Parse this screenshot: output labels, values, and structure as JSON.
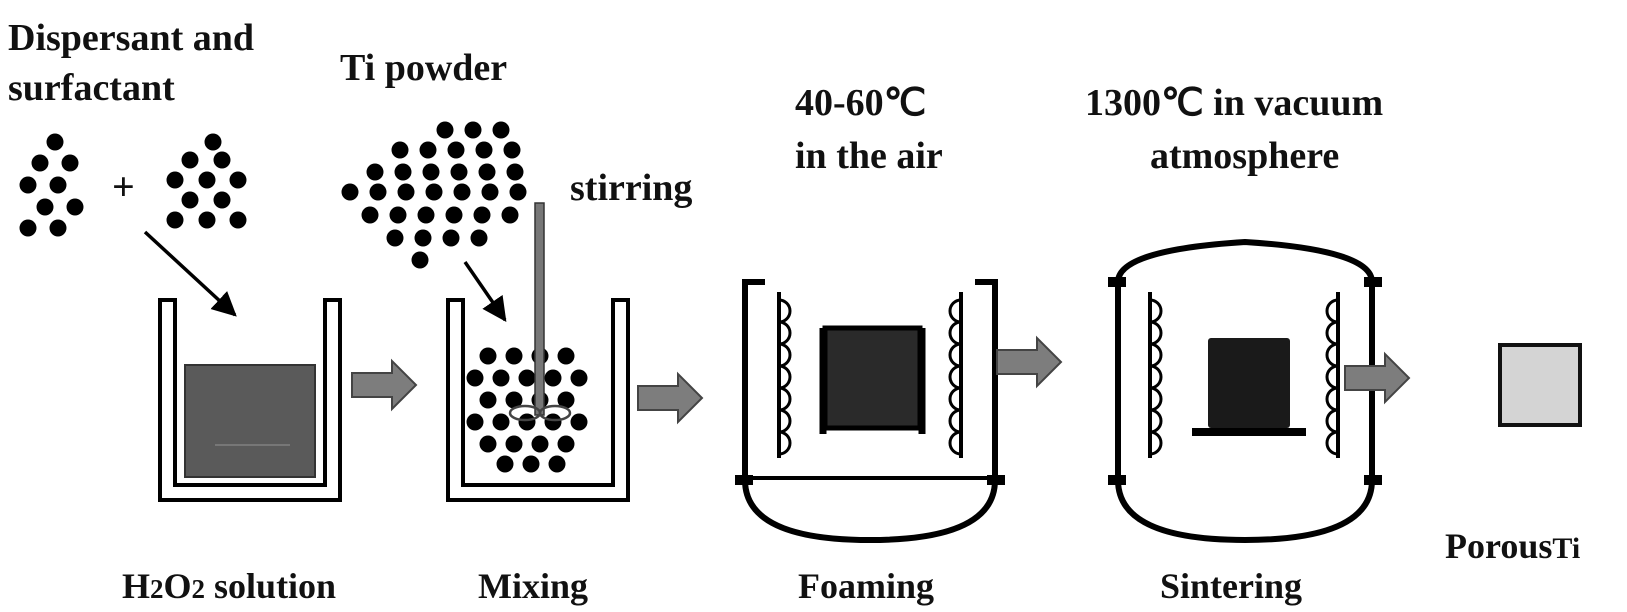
{
  "labels": {
    "dispersant_line1": "Dispersant and",
    "dispersant_line2": "surfactant",
    "plus": "+",
    "ti_powder": "Ti powder",
    "stirring": "stirring",
    "foam_temp": "40-60℃",
    "foam_env": "in the air",
    "sinter_temp": "1300℃ in vacuum",
    "sinter_env": "atmosphere"
  },
  "steps": {
    "solution_h": "H",
    "solution_sub1": "2",
    "solution_o": "O",
    "solution_sub2": "2",
    "solution_rest": " solution",
    "mixing": "Mixing",
    "foaming": "Foaming",
    "sintering": "Sintering",
    "product_main": "Porous",
    "product_suffix": "Ti"
  },
  "colors": {
    "line": "#000000",
    "liquid": "#5a5a5a",
    "arrow_fill": "#7d7d7d",
    "foam_block": "#2a2a2a",
    "sinter_block": "#1a1a1a",
    "product_fill": "#d4d4d4"
  }
}
